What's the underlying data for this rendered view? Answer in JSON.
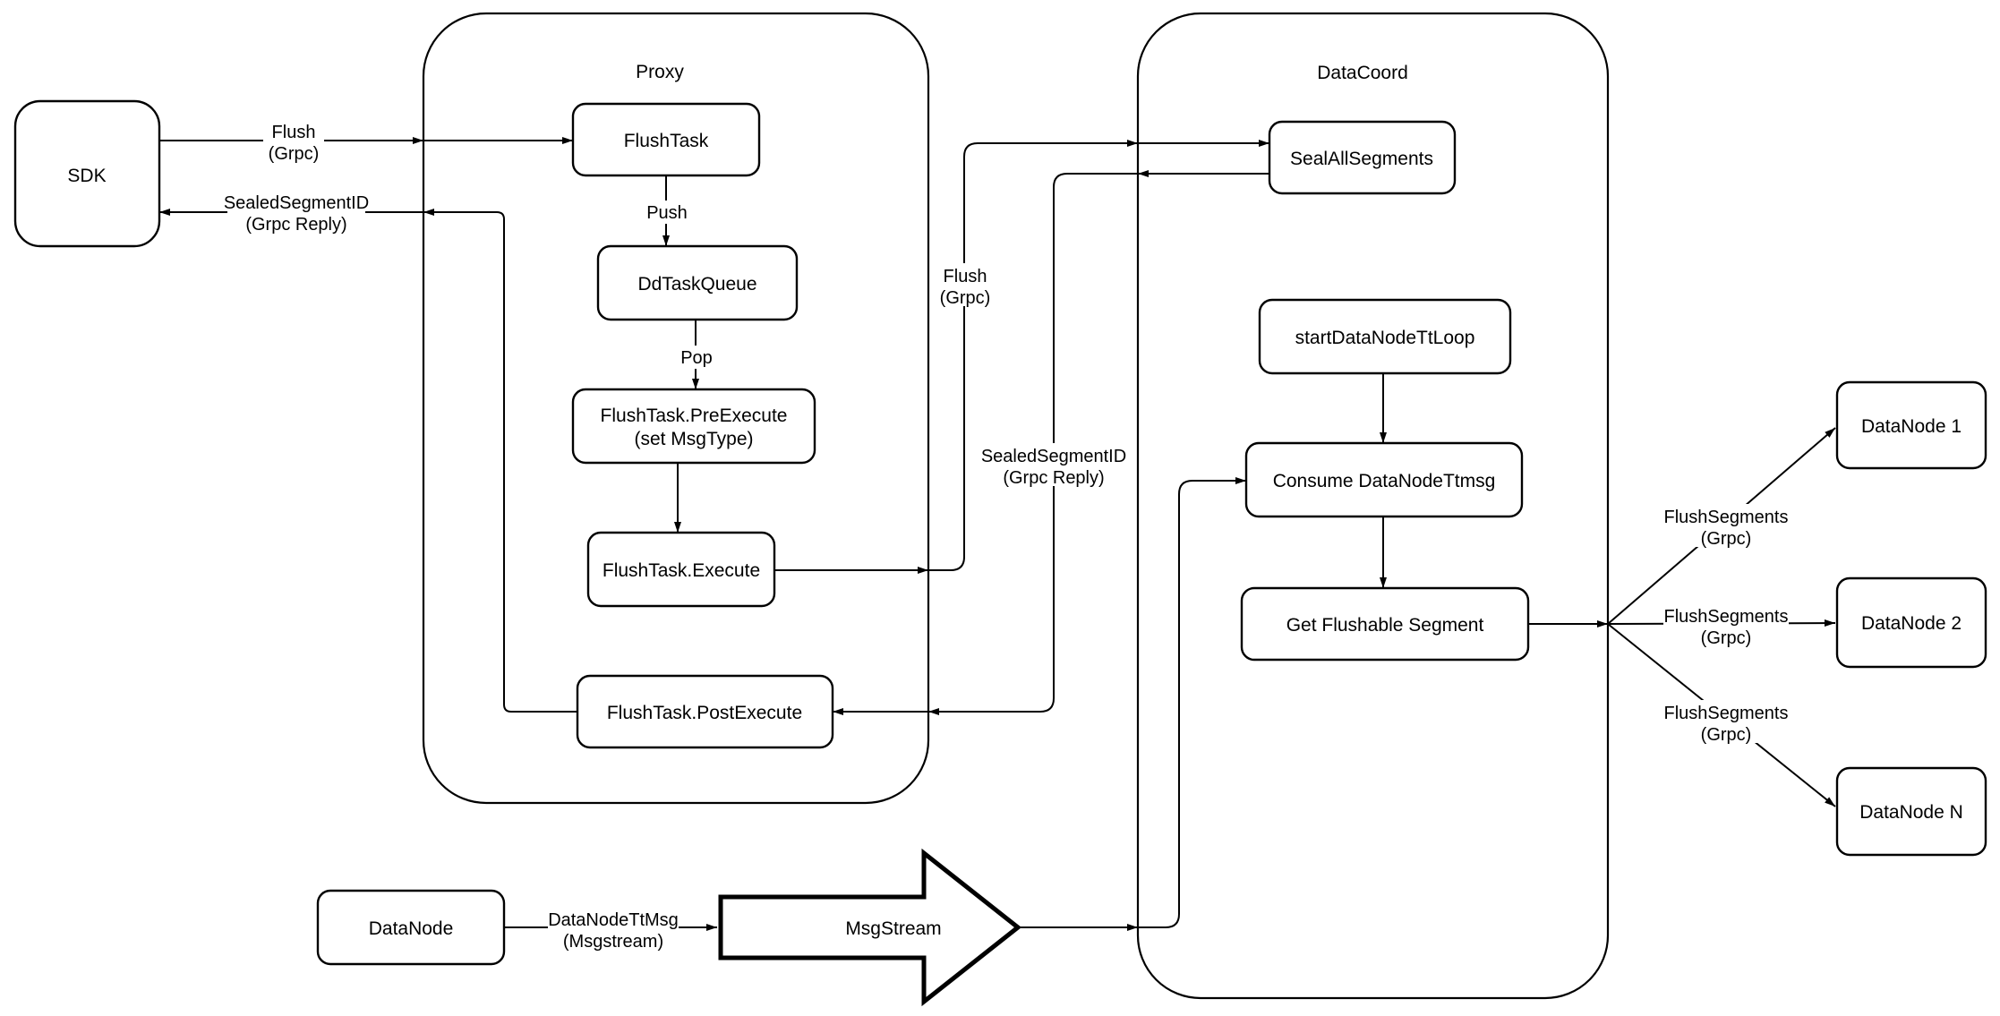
{
  "diagram": {
    "colors": {
      "stroke": "#000000",
      "fill": "#ffffff",
      "background": "#ffffff"
    },
    "containers": {
      "proxy": {
        "title": "Proxy"
      },
      "datacoord": {
        "title": "DataCoord"
      }
    },
    "nodes": {
      "sdk": {
        "label": "SDK"
      },
      "flush_task": {
        "label": "FlushTask"
      },
      "dd_task_queue": {
        "label": "DdTaskQueue"
      },
      "pre_execute": {
        "label": "FlushTask.PreExecute",
        "sublabel": "(set MsgType)"
      },
      "execute": {
        "label": "FlushTask.Execute"
      },
      "post_execute": {
        "label": "FlushTask.PostExecute"
      },
      "seal_all_segments": {
        "label": "SealAllSegments"
      },
      "start_datanode_tt_loop": {
        "label": "startDataNodeTtLoop"
      },
      "consume_datanode_ttmsg": {
        "label": "Consume DataNodeTtmsg"
      },
      "get_flushable_segment": {
        "label": "Get Flushable Segment"
      },
      "datanode_source": {
        "label": "DataNode"
      },
      "msgstream": {
        "label": "MsgStream"
      },
      "datanode_1": {
        "label": "DataNode 1"
      },
      "datanode_2": {
        "label": "DataNode 2"
      },
      "datanode_n": {
        "label": "DataNode N"
      }
    },
    "edge_labels": {
      "flush_sdk": {
        "line1": "Flush",
        "line2": "(Grpc)"
      },
      "sealed_sdk": {
        "line1": "SealedSegmentID",
        "line2": "(Grpc Reply)"
      },
      "push": {
        "line1": "Push"
      },
      "pop": {
        "line1": "Pop"
      },
      "flush_mid": {
        "line1": "Flush",
        "line2": "(Grpc)"
      },
      "sealed_mid": {
        "line1": "SealedSegmentID",
        "line2": "(Grpc Reply)"
      },
      "datanode_ttmsg": {
        "line1": "DataNodeTtMsg",
        "line2": "(Msgstream)"
      },
      "flush_segments_1": {
        "line1": "FlushSegments",
        "line2": "(Grpc)"
      },
      "flush_segments_2": {
        "line1": "FlushSegments",
        "line2": "(Grpc)"
      },
      "flush_segments_3": {
        "line1": "FlushSegments",
        "line2": "(Grpc)"
      }
    }
  }
}
